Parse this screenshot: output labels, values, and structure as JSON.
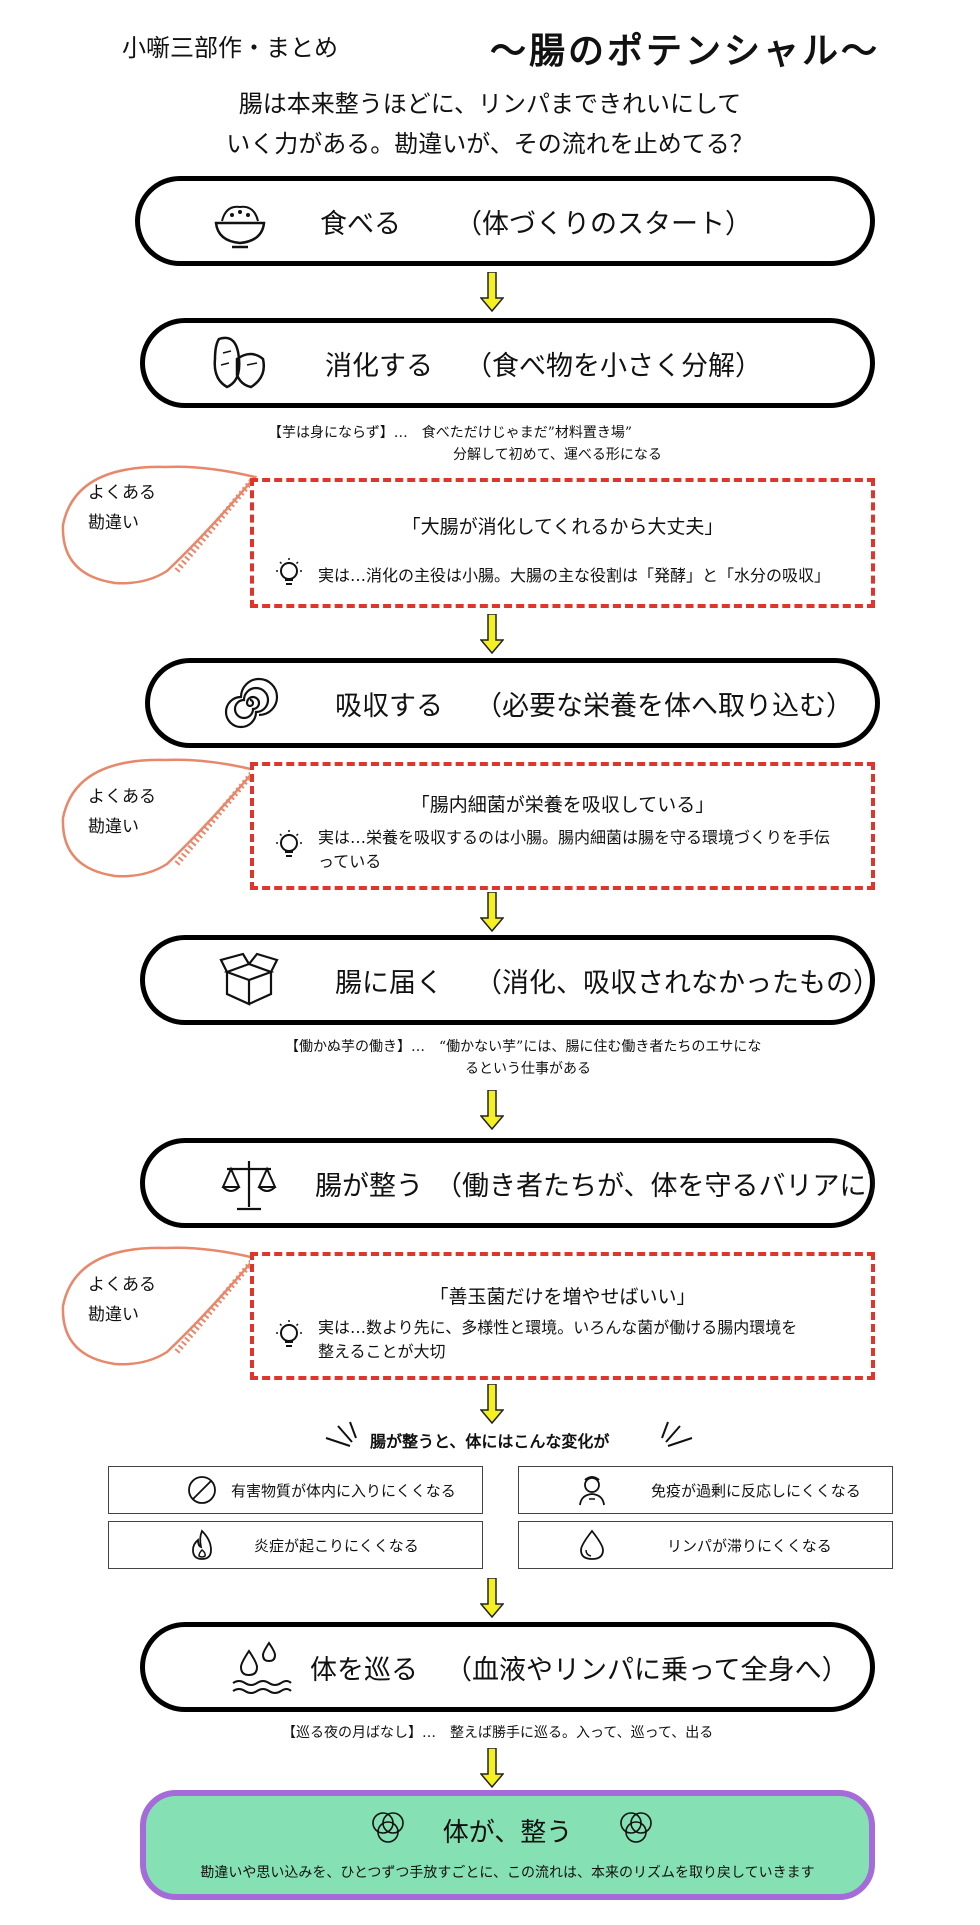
{
  "header": {
    "left": "小噺三部作・まとめ",
    "title": "〜腸のポテンシャル〜"
  },
  "intro": {
    "line1": "腸は本来整うほどに、リンパまできれいにして",
    "line2": "いく力がある。勘違いが、その流れを止めてる？"
  },
  "steps": [
    {
      "label": "食べる",
      "desc": "（体づくりのスタート）",
      "icon": "rice-bowl-icon"
    },
    {
      "label": "消化する",
      "desc": "（食べ物を小さく分解）",
      "icon": "sweet-potato-icon"
    },
    {
      "label": "吸収する",
      "desc": "（必要な栄養を体へ取り込む）",
      "icon": "spiral-icon"
    },
    {
      "label": "腸に届く",
      "desc": "（消化、吸収されなかったもの）",
      "icon": "box-icon"
    },
    {
      "label": "腸が整う",
      "desc": "（働き者たちが、体を守るバリアに）",
      "icon": "balance-scale-icon"
    },
    {
      "label": "体を巡る",
      "desc": "（血液やリンパに乗って全身へ）",
      "icon": "water-drops-icon"
    }
  ],
  "notes": {
    "n1_line1": "【芋は身にならず】…　食べただけじゃまだ”材料置き場”",
    "n1_line2": "分解して初めて、運べる形になる",
    "n2_line1": "【働かぬ芋の働き】…　“働かない芋”には、腸に住む働き者たちのエサにな",
    "n2_line2": "るという仕事がある",
    "n3": "【巡る夜の月ばなし】…　整えば勝手に巡る。入って、巡って、出る"
  },
  "misconceptions": {
    "bubble_line1": "よくある",
    "bubble_line2": "勘違い",
    "m1": {
      "quote": "「大腸が消化してくれるから大丈夫」",
      "fact_line1": "実は…消化の主役は小腸。大腸の主な役割は「発酵」と「水分の吸収」",
      "fact_line2": ""
    },
    "m2": {
      "quote": "「腸内細菌が栄養を吸収している」",
      "fact_line1": "実は…栄養を吸収するのは小腸。腸内細菌は腸を守る環境づくりを手伝",
      "fact_line2": "っている"
    },
    "m3": {
      "quote": "「善玉菌だけを増やせばいい」",
      "fact_line1": "実は…数より先に、多様性と環境。いろんな菌が働ける腸内環境を",
      "fact_line2": "整えることが大切"
    }
  },
  "effects": {
    "title": "腸が整うと、体にはこんな変化が",
    "items": [
      {
        "text": "有害物質が体内に入りにくくなる",
        "icon": "prohibited-icon"
      },
      {
        "text": "免疫が過剰に反応しにくくなる",
        "icon": "person-icon"
      },
      {
        "text": "炎症が起こりにくくなる",
        "icon": "flame-icon"
      },
      {
        "text": "リンパが滞りにくくなる",
        "icon": "drop-icon"
      }
    ]
  },
  "final": {
    "title": "体が、整う",
    "desc": "勘違いや思い込みを、ひとつずつ手放すごとに、この流れは、本来のリズムを取り戻していきます",
    "icon": "venn-circles-icon"
  },
  "colors": {
    "arrow": "#f5f020",
    "dash": "#e0352b",
    "bubble": "#e8876a",
    "final_bg": "#85e0b3",
    "final_border": "#a56bd9"
  }
}
